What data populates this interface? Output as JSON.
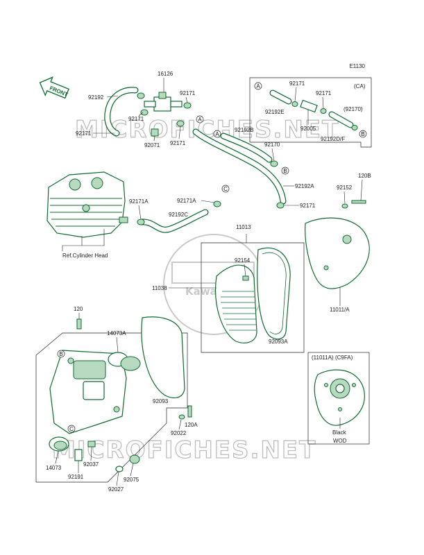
{
  "diagram_code": "E1130",
  "front_label": "FRONT",
  "watermark": "MICROFICHES.NET",
  "logo_text": "Kawasaki",
  "parts": {
    "p16126": "16126",
    "p92192_top": "92192",
    "p92171_a": "92171",
    "p92171_b": "92171",
    "p92171_c": "92171",
    "p92171_d": "92171",
    "p92071": "92071",
    "p92192B": "92192B",
    "p92170": "92170",
    "p92192A": "92192A",
    "p92171_e": "92171",
    "p92171A": "92171A",
    "p92192C": "92192C",
    "p92171A_2": "92171A",
    "p92152": "92152",
    "p120B": "120B",
    "p11013": "11013",
    "p92154": "92154",
    "p11038": "11038",
    "p11011A": "11011/A",
    "p92093A": "92093A",
    "p120": "120",
    "p14073A": "14073A",
    "p92093": "92093",
    "p92022": "92022",
    "p120A": "120A",
    "p14073": "14073",
    "p92037": "92037",
    "p92191": "92191",
    "p92075": "92075",
    "p92027": "92027",
    "ref_cylinder": "Ref.Cylinder Head"
  },
  "ca_box": {
    "title": "(CA)",
    "p92171_1": "92171",
    "p92171_2": "92171",
    "p92192E": "92192E",
    "p92005": "92005",
    "p92170": "(92170)",
    "p92192DF": "92192D/F"
  },
  "c9fa_box": {
    "title": "(11011A) (C9FA)",
    "color_note": "Black",
    "footer": "WOD"
  },
  "tags": {
    "A": "A",
    "B": "B",
    "C": "C"
  }
}
